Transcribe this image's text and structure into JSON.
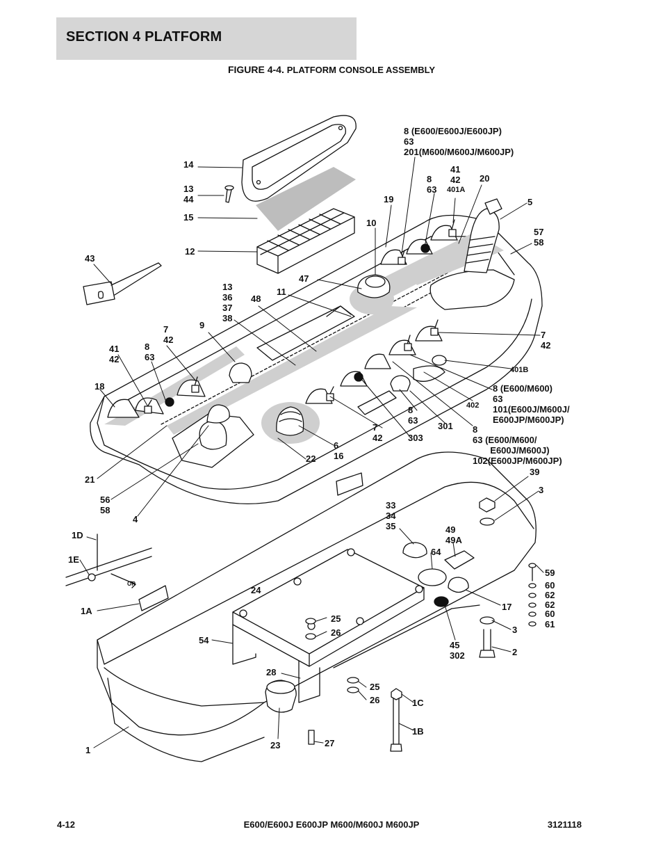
{
  "header": {
    "section": "SECTION 4   PLATFORM",
    "figure_number": "FIGURE 4-4.",
    "figure_title": "PLATFORM CONSOLE ASSEMBLY"
  },
  "callouts": {
    "c8a": "8 (E600/E600J/E600JP)\n63\n201(M600/M600J/M600JP)",
    "c14": "14",
    "c13_44": "13\n44",
    "c15": "15",
    "c12": "12",
    "c41_42_top": "41\n42",
    "c401a": "401A",
    "c8_63_top": "8\n63",
    "c20": "20",
    "c19": "19",
    "c5": "5",
    "c57_58": "57\n58",
    "c10": "10",
    "c43": "43",
    "c47": "47",
    "c13_36_37_38": "13\n36\n37\n38",
    "c11": "11",
    "c48": "48",
    "c9": "9",
    "c7_42_left": "7\n42",
    "c41_42_left": "41\n42",
    "c8_63_left": "8\n63",
    "c18": "18",
    "c7_42_right": "7\n42",
    "c401b": "401B",
    "c8b": "8 (E600/M600)\n63\n101(E600J/M600J/\nE600JP/M600JP)",
    "c402": "402",
    "c8_63_mid": "8\n63",
    "c301": "301",
    "c8c": "8\n63 (E600/M600/\n       E600J/M600J)\n102(E600JP/M600JP)",
    "c7_42_mid": "7\n42",
    "c303": "303",
    "c6_16": "6\n16",
    "c22": "22",
    "c21": "21",
    "c56_58": "56\n58",
    "c4": "4",
    "c39": "39",
    "c3_top": "3",
    "c33_34_35": "33\n34\n35",
    "c49_49a": "49\n49A",
    "c64": "64",
    "c1d": "1D",
    "c1e": "1E",
    "c_or": "OR",
    "c59": "59",
    "c60a": "60",
    "c62a": "62",
    "c62b": "62",
    "c60b": "60",
    "c61": "61",
    "c24": "24",
    "c1a": "1A",
    "c17": "17",
    "c25a": "25",
    "c26a": "26",
    "c3_bot": "3",
    "c54": "54",
    "c45_302": "45\n302",
    "c2": "2",
    "c28": "28",
    "c25b": "25",
    "c26b": "26",
    "c1c": "1C",
    "c1b": "1B",
    "c1": "1",
    "c23": "23",
    "c27": "27"
  },
  "footer": {
    "page": "4-12",
    "models": "E600/E600J E600JP M600/M600J M600JP",
    "doc_number": "3121118"
  }
}
